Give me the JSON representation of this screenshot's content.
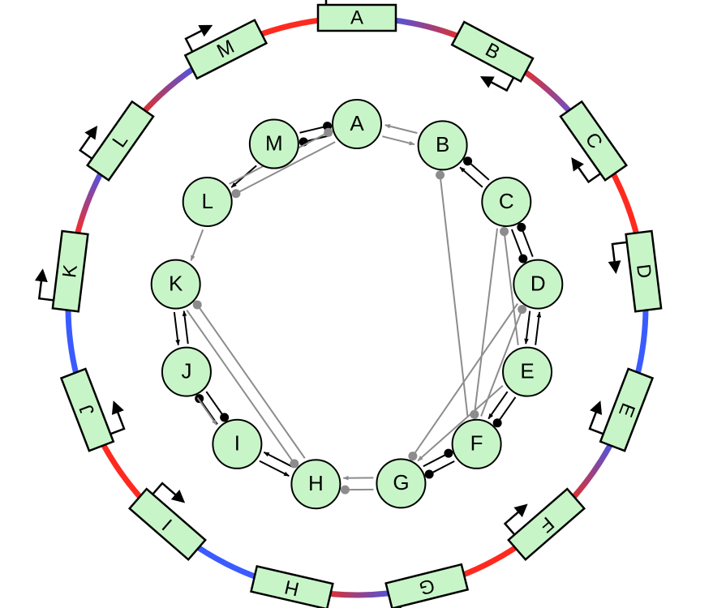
{
  "genes": [
    {
      "label": "A",
      "facing": "out",
      "promoter": "cw"
    },
    {
      "label": "B",
      "facing": "in",
      "promoter": "ccw"
    },
    {
      "label": "C",
      "facing": "in",
      "promoter": "ccw"
    },
    {
      "label": "D",
      "facing": "in",
      "promoter": "cw"
    },
    {
      "label": "E",
      "facing": "in",
      "promoter": "ccw"
    },
    {
      "label": "F",
      "facing": "in",
      "promoter": "ccw"
    },
    {
      "label": "G",
      "facing": "out",
      "promoter": "ccw"
    },
    {
      "label": "H",
      "facing": "out",
      "promoter": "cw"
    },
    {
      "label": "I",
      "facing": "in",
      "promoter": "ccw"
    },
    {
      "label": "J",
      "facing": "in",
      "promoter": "cw"
    },
    {
      "label": "K",
      "facing": "out",
      "promoter": "cw"
    },
    {
      "label": "L",
      "facing": "out",
      "promoter": "cw"
    },
    {
      "label": "M",
      "facing": "out",
      "promoter": "cw"
    }
  ],
  "ring_segments": [
    {
      "from": "A",
      "to": "B",
      "start_color": "#4a55e6",
      "end_color": "#e2302a"
    },
    {
      "from": "B",
      "to": "C",
      "start_color": "#e2302a",
      "end_color": "#6a50c8"
    },
    {
      "from": "C",
      "to": "D",
      "start_color": "#ff2a1f",
      "end_color": "#ff2a1f"
    },
    {
      "from": "D",
      "to": "E",
      "start_color": "#3a5bff",
      "end_color": "#3a5bff"
    },
    {
      "from": "E",
      "to": "F",
      "start_color": "#4a55e6",
      "end_color": "#e2302a"
    },
    {
      "from": "F",
      "to": "G",
      "start_color": "#ff2a1f",
      "end_color": "#ff2a1f"
    },
    {
      "from": "G",
      "to": "H",
      "start_color": "#4a55e6",
      "end_color": "#e2302a"
    },
    {
      "from": "H",
      "to": "I",
      "start_color": "#3a5bff",
      "end_color": "#3a5bff"
    },
    {
      "from": "I",
      "to": "J",
      "start_color": "#ff2a1f",
      "end_color": "#ff2a1f"
    },
    {
      "from": "J",
      "to": "K",
      "start_color": "#3a5bff",
      "end_color": "#3a5bff"
    },
    {
      "from": "K",
      "to": "L",
      "start_color": "#ff2a1f",
      "end_color": "#4a55e6"
    },
    {
      "from": "L",
      "to": "M",
      "start_color": "#e2302a",
      "end_color": "#4a55e6"
    },
    {
      "from": "M",
      "to": "A",
      "start_color": "#ff2a1f",
      "end_color": "#ff2a1f"
    }
  ],
  "nodes": [
    "A",
    "B",
    "C",
    "D",
    "E",
    "F",
    "G",
    "H",
    "I",
    "J",
    "K",
    "L",
    "M"
  ],
  "edges": [
    {
      "from": "A",
      "to": "M",
      "type": "repress",
      "color": "#000000"
    },
    {
      "from": "M",
      "to": "A",
      "type": "repress",
      "color": "#000000"
    },
    {
      "from": "M",
      "to": "L",
      "type": "activate",
      "color": "#000000"
    },
    {
      "from": "A",
      "to": "L",
      "type": "repress",
      "color": "#8c8c8c"
    },
    {
      "from": "L",
      "to": "A",
      "type": "repress",
      "color": "#8c8c8c"
    },
    {
      "from": "A",
      "to": "B",
      "type": "activate",
      "color": "#8c8c8c"
    },
    {
      "from": "B",
      "to": "A",
      "type": "activate",
      "color": "#8c8c8c"
    },
    {
      "from": "C",
      "to": "B",
      "type": "activate",
      "color": "#000000"
    },
    {
      "from": "B",
      "to": "C",
      "type": "repress",
      "color": "#000000"
    },
    {
      "from": "D",
      "to": "C",
      "type": "repress",
      "color": "#000000"
    },
    {
      "from": "C",
      "to": "D",
      "type": "repress",
      "color": "#000000"
    },
    {
      "from": "D",
      "to": "E",
      "type": "activate",
      "color": "#000000"
    },
    {
      "from": "E",
      "to": "D",
      "type": "activate",
      "color": "#000000"
    },
    {
      "from": "E",
      "to": "F",
      "type": "activate",
      "color": "#000000"
    },
    {
      "from": "F",
      "to": "E",
      "type": "repress",
      "color": "#000000"
    },
    {
      "from": "F",
      "to": "G",
      "type": "repress",
      "color": "#000000"
    },
    {
      "from": "G",
      "to": "F",
      "type": "repress",
      "color": "#000000"
    },
    {
      "from": "G",
      "to": "H",
      "type": "activate",
      "color": "#8c8c8c"
    },
    {
      "from": "H",
      "to": "G",
      "type": "repress",
      "color": "#8c8c8c"
    },
    {
      "from": "H",
      "to": "I",
      "type": "activate",
      "color": "#000000"
    },
    {
      "from": "I",
      "to": "H",
      "type": "activate",
      "color": "#000000"
    },
    {
      "from": "I",
      "to": "J",
      "type": "repress",
      "color": "#000000"
    },
    {
      "from": "J",
      "to": "I",
      "type": "repress",
      "color": "#000000"
    },
    {
      "from": "J",
      "to": "K",
      "type": "activate",
      "color": "#000000"
    },
    {
      "from": "K",
      "to": "J",
      "type": "activate",
      "color": "#000000"
    },
    {
      "from": "L",
      "to": "K",
      "type": "activate",
      "color": "#8c8c8c"
    },
    {
      "from": "B",
      "to": "F",
      "type": "repress",
      "color": "#8c8c8c"
    },
    {
      "from": "F",
      "to": "C",
      "type": "repress",
      "color": "#8c8c8c"
    },
    {
      "from": "C",
      "to": "E",
      "type": "repress",
      "color": "#8c8c8c"
    },
    {
      "from": "E",
      "to": "G",
      "type": "activate",
      "color": "#8c8c8c"
    },
    {
      "from": "G",
      "to": "D",
      "type": "repress",
      "color": "#8c8c8c"
    },
    {
      "from": "D",
      "to": "F",
      "type": "repress",
      "color": "#8c8c8c"
    },
    {
      "from": "K",
      "to": "H",
      "type": "repress",
      "color": "#8c8c8c"
    },
    {
      "from": "H",
      "to": "K",
      "type": "repress",
      "color": "#8c8c8c"
    },
    {
      "from": "J",
      "to": "I",
      "type": "activate",
      "color": "#8c8c8c"
    }
  ],
  "colors": {
    "node_fill": "#c8f5c8",
    "gene_fill": "#c8f5c8",
    "outline": "#000000"
  }
}
